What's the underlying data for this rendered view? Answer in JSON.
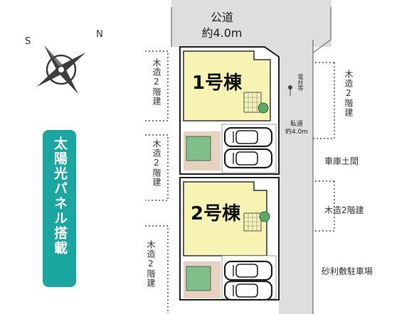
{
  "compass": {
    "north_letter": "N",
    "south_letter": "S"
  },
  "public_road": {
    "line1": "公道",
    "line2": "約4.0m"
  },
  "private_road": {
    "name": "私道",
    "width": "約4.0m"
  },
  "utility_pole_label": "電柱等",
  "houses": [
    {
      "label": "1号棟",
      "fill": "#f6f3b3"
    },
    {
      "label": "2号棟",
      "fill": "#f6f3b3"
    }
  ],
  "neighbor_labels": {
    "left_top": "木造2階建",
    "left_middle": "木造2階建",
    "left_bottom": "木造2階建",
    "right_top": "木造2階建",
    "right_garage": "車庫土間",
    "right_middle": "木造2階建",
    "right_bottom": "砂利敷駐車場"
  },
  "solar_badge": {
    "text": "太陽光パネル搭載",
    "color": "#1aa6a1"
  },
  "colors": {
    "road_gray": "#dedede",
    "garden_green": "#7fc08a",
    "paving_tan": "#e6d3bf",
    "outline": "#222222"
  }
}
